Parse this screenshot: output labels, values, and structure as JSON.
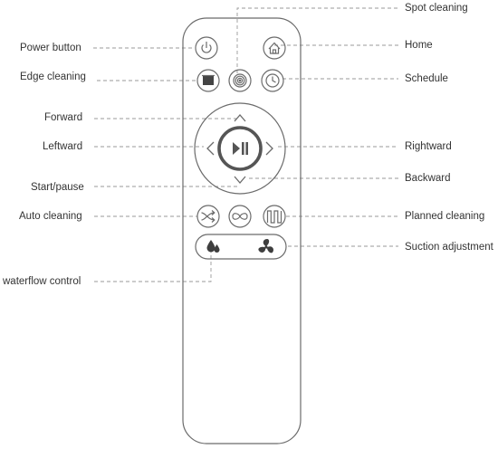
{
  "labels": {
    "spot_cleaning": "Spot cleaning",
    "power_button": "Power button",
    "home": "Home",
    "edge_cleaning": "Edge cleaning",
    "schedule": "Schedule",
    "forward": "Forward",
    "leftward": "Leftward",
    "rightward": "Rightward",
    "backward": "Backward",
    "start_pause": "Start/pause",
    "auto_cleaning": "Auto cleaning",
    "planned_cleaning": "Planned cleaning",
    "suction_adjustment": "Suction adjustment",
    "waterflow_control": "waterflow control"
  },
  "icons": {
    "power": "power-icon",
    "home": "house-icon",
    "edge": "edge-cleaning-icon",
    "spot": "spiral-icon",
    "schedule": "clock-icon",
    "forward": "chevron-up-icon",
    "left": "chevron-left-icon",
    "right": "chevron-right-icon",
    "backward": "chevron-down-icon",
    "start_pause": "play-pause-icon",
    "auto": "shuffle-icon",
    "planned": "infinity-loop-icon",
    "zigzag": "zigzag-path-icon",
    "water": "water-drops-icon",
    "fan": "fan-icon"
  },
  "colors": {
    "outline": "#6b6b6b",
    "leader": "#9a9a9a",
    "text": "#333333",
    "icon_fill": "#555555"
  }
}
